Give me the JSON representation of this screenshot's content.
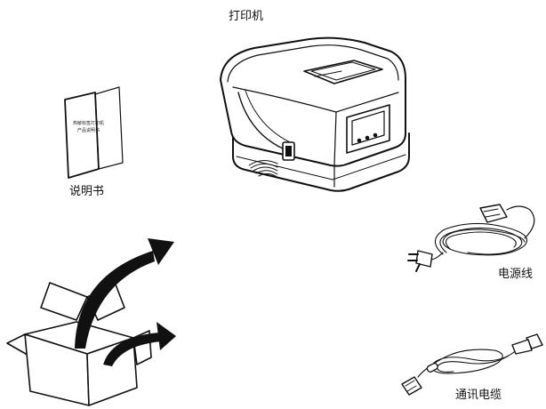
{
  "labels": {
    "printer": "打印机",
    "manual": "说明书",
    "power_cord": "电源线",
    "comm_cable": "通讯电缆"
  },
  "manual_cover": {
    "title": "热敏标签打印机",
    "subtitle": "产品说明书"
  },
  "colors": {
    "ink": "#111111",
    "background": "#ffffff"
  }
}
